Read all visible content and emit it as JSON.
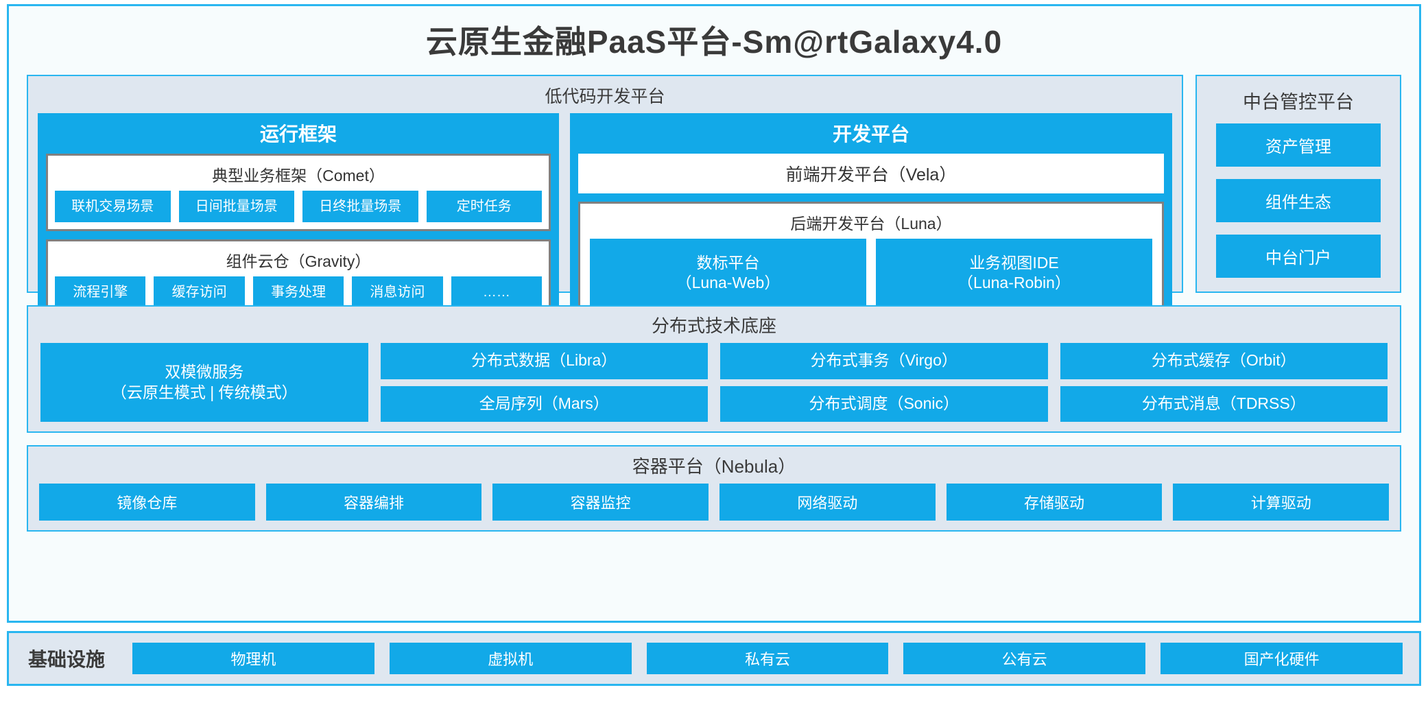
{
  "title": "云原生金融PaaS平台-Sm@rtGalaxy4.0",
  "colors": {
    "accent_blue": "#12a9e8",
    "frame_blue": "#29b6f0",
    "panel_bg": "#dfe7f0",
    "page_bg": "#f7fcfd",
    "inner_border_gray": "#808080",
    "text_dark": "#3a3a3a"
  },
  "lowcode": {
    "title": "低代码开发平台",
    "runtime": {
      "title": "运行框架",
      "comet": {
        "title": "典型业务框架（Comet）",
        "items": [
          "联机交易场景",
          "日间批量场景",
          "日终批量场景",
          "定时任务"
        ]
      },
      "gravity": {
        "title": "组件云仓（Gravity）",
        "items": [
          "流程引擎",
          "缓存访问",
          "事务处理",
          "消息访问",
          "……"
        ]
      }
    },
    "devplatform": {
      "title": "开发平台",
      "frontend": "前端开发平台（Vela）",
      "backend": {
        "title": "后端开发平台（Luna）",
        "items": [
          {
            "line1": "数标平台",
            "line2": "（Luna-Web）"
          },
          {
            "line1": "业务视图IDE",
            "line2": "（Luna-Robin）"
          }
        ]
      }
    }
  },
  "midplatform": {
    "title": "中台管控平台",
    "items": [
      "资产管理",
      "组件生态",
      "中台门户"
    ]
  },
  "techbase": {
    "title": "分布式技术底座",
    "microservice": {
      "line1": "双模微服务",
      "line2": "（云原生模式 | 传统模式）"
    },
    "columns": [
      [
        "分布式数据（Libra）",
        "全局序列（Mars）"
      ],
      [
        "分布式事务（Virgo）",
        "分布式调度（Sonic）"
      ],
      [
        "分布式缓存（Orbit）",
        "分布式消息（TDRSS）"
      ]
    ]
  },
  "containerplatform": {
    "title": "容器平台（Nebula）",
    "items": [
      "镜像仓库",
      "容器编排",
      "容器监控",
      "网络驱动",
      "存储驱动",
      "计算驱动"
    ]
  },
  "infrastructure": {
    "label": "基础设施",
    "items": [
      "物理机",
      "虚拟机",
      "私有云",
      "公有云",
      "国产化硬件"
    ]
  }
}
